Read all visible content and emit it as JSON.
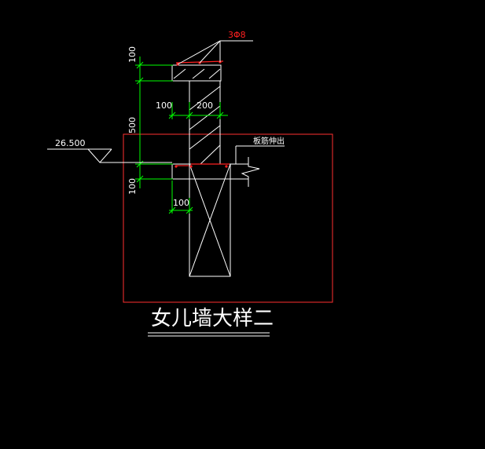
{
  "rebar_label": "3Φ8",
  "dims": {
    "top": "100",
    "middle": "500",
    "bottom": "100",
    "left_width": "100",
    "wall_width": "200",
    "bottom_width": "100"
  },
  "elevation": "26.500",
  "slab_note": "板筋伸出",
  "drawing_title": "女儿墙大样二",
  "colors": {
    "background": "#000000",
    "outline": "#ffffff",
    "dimension": "#00ff00",
    "rebar": "#ff2020",
    "frame": "#ff3030"
  }
}
